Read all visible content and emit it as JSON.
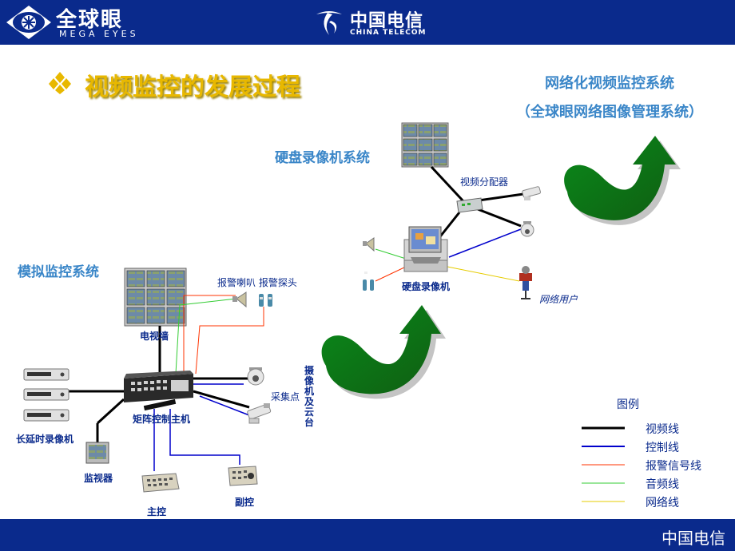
{
  "header": {
    "brand_cn": "全球眼",
    "brand_en": "MEGA EYES",
    "telecom_cn": "中国电信",
    "telecom_en": "CHINA TELECOM"
  },
  "title": "视频监控的发展过程",
  "sections": {
    "analog": "模拟监控系统",
    "dvr": "硬盘录像机系统",
    "network": "网络化视频监控系统",
    "network_sub": "（全球眼网络图像管理系统）"
  },
  "labels": {
    "tv_wall": "电视墙",
    "alarm": "报警喇叭 报警探头",
    "matrix": "矩阵控制主机",
    "recorder": "长延时录像机",
    "monitor": "监视器",
    "main_ctrl": "主控",
    "sub_ctrl": "副控",
    "collect": "采集点",
    "camera_ptz": "摄像机及云台",
    "splitter": "视频分配器",
    "dvr": "硬盘录像机",
    "net_user": "网络用户"
  },
  "legend": {
    "title": "图例",
    "items": [
      {
        "label": "视频线",
        "color": "#000000"
      },
      {
        "label": "控制线",
        "color": "#0000cc"
      },
      {
        "label": "报警信号线",
        "color": "#ff3300"
      },
      {
        "label": "音频线",
        "color": "#33cc33"
      },
      {
        "label": "网络线",
        "color": "#e6cc00"
      }
    ]
  },
  "footer": "中国电信"
}
